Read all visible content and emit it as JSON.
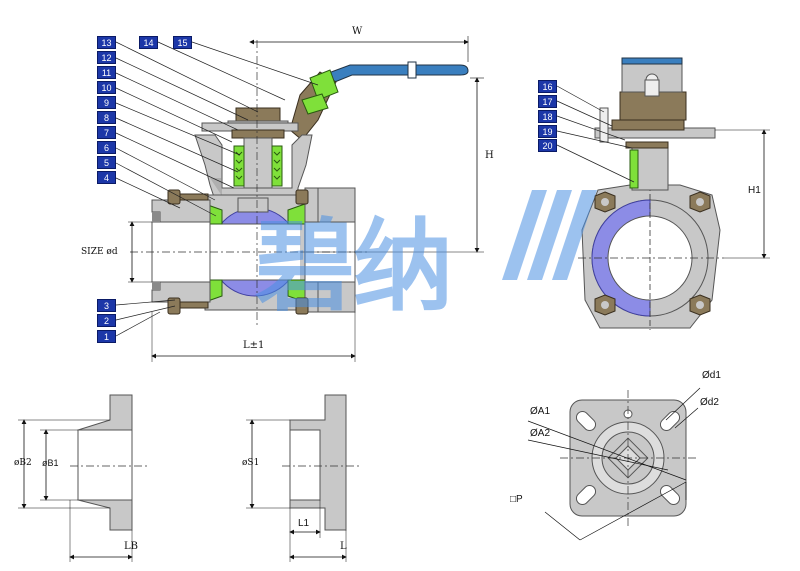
{
  "colors": {
    "metal": "#c8c8c8",
    "metal_dark": "#8a8a8a",
    "metal_edge": "#555555",
    "bronze": "#8b7a5a",
    "green": "#7fe03a",
    "ball_blue": "#8c8ce6",
    "handle_blue": "#3a7fbf",
    "tag_blue": "#1c37a8",
    "watermark": "#4a90e2"
  },
  "watermark": {
    "text": "碧纳",
    "logo_icon": "slash-logo-icon"
  },
  "part_tags": [
    "13",
    "14",
    "15",
    "12",
    "11",
    "10",
    "9",
    "8",
    "7",
    "6",
    "5",
    "4",
    "3",
    "2",
    "1"
  ],
  "side_part_tags": [
    "16",
    "17",
    "18",
    "19",
    "20"
  ],
  "dimensions": {
    "W": "W",
    "H": "H",
    "H1": "H1",
    "size_d": "SIZE ød",
    "L_pm1": "L±1",
    "B2": "øB2",
    "B1": "øB1",
    "LB": "LB",
    "S1": "øS1",
    "L1": "L1",
    "L": "L",
    "d1": "Ød1",
    "A1": "ØA1",
    "d2": "Ød2",
    "A2": "ØA2",
    "P": "□P"
  }
}
